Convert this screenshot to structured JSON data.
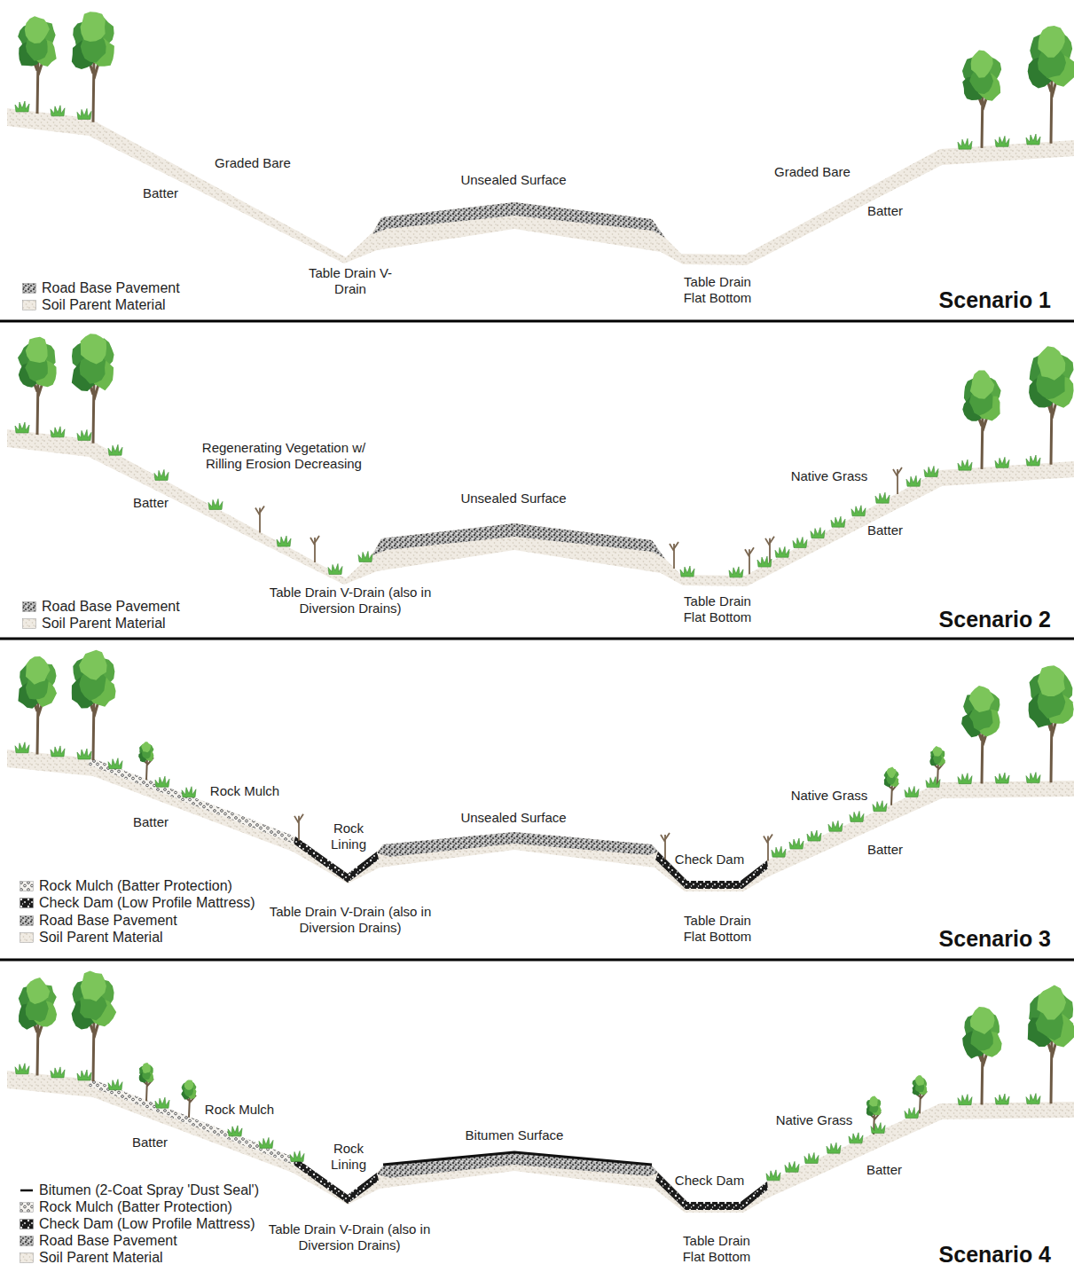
{
  "diagram": {
    "labels": [
      "Graded Bare",
      "Batter",
      "Unsealed Surface",
      "Graded Bare",
      "Batter",
      "Table Drain V-Drain",
      "Table Drain Flat Bottom",
      "Scenario 1",
      "Regenerating Vegetation w/ Rilling Erosion Decreasing",
      "Batter",
      "Unsealed Surface",
      "Native Grass",
      "Batter",
      "Table Drain V-Drain (also in Diversion Drains)",
      "Table Drain Flat Bottom",
      "Scenario 2",
      "Rock Mulch",
      "Batter",
      "Rock Lining",
      "Unsealed Surface",
      "Check Dam",
      "Native Grass",
      "Batter",
      "Table Drain V-Drain (also in Diversion Drains)",
      "Table Drain Flat Bottom",
      "Scenario 3",
      "Rock Mulch",
      "Batter",
      "Rock Lining",
      "Bitumen Surface",
      "Check Dam",
      "Native Grass",
      "Batter",
      "Table Drain V-Drain (also in Diversion Drains)",
      "Table Drain Flat Bottom",
      "Scenario 4"
    ],
    "legend": [
      {
        "text": "Road Base Pavement"
      },
      {
        "text": "Soil Parent Material"
      },
      {
        "text": "Road Base Pavement"
      },
      {
        "text": "Soil Parent Material"
      },
      {
        "text": "Rock Mulch (Batter Protection)"
      },
      {
        "text": "Check Dam (Low Profile Mattress)"
      },
      {
        "text": "Road Base Pavement"
      },
      {
        "text": "Soil Parent Material"
      },
      {
        "text": "Bitumen (2-Coat Spray 'Dust Seal')"
      },
      {
        "text": "Rock Mulch (Batter Protection)"
      },
      {
        "text": "Check Dam (Low Profile Mattress)"
      },
      {
        "text": "Road Base Pavement"
      },
      {
        "text": "Soil Parent Material"
      }
    ]
  }
}
